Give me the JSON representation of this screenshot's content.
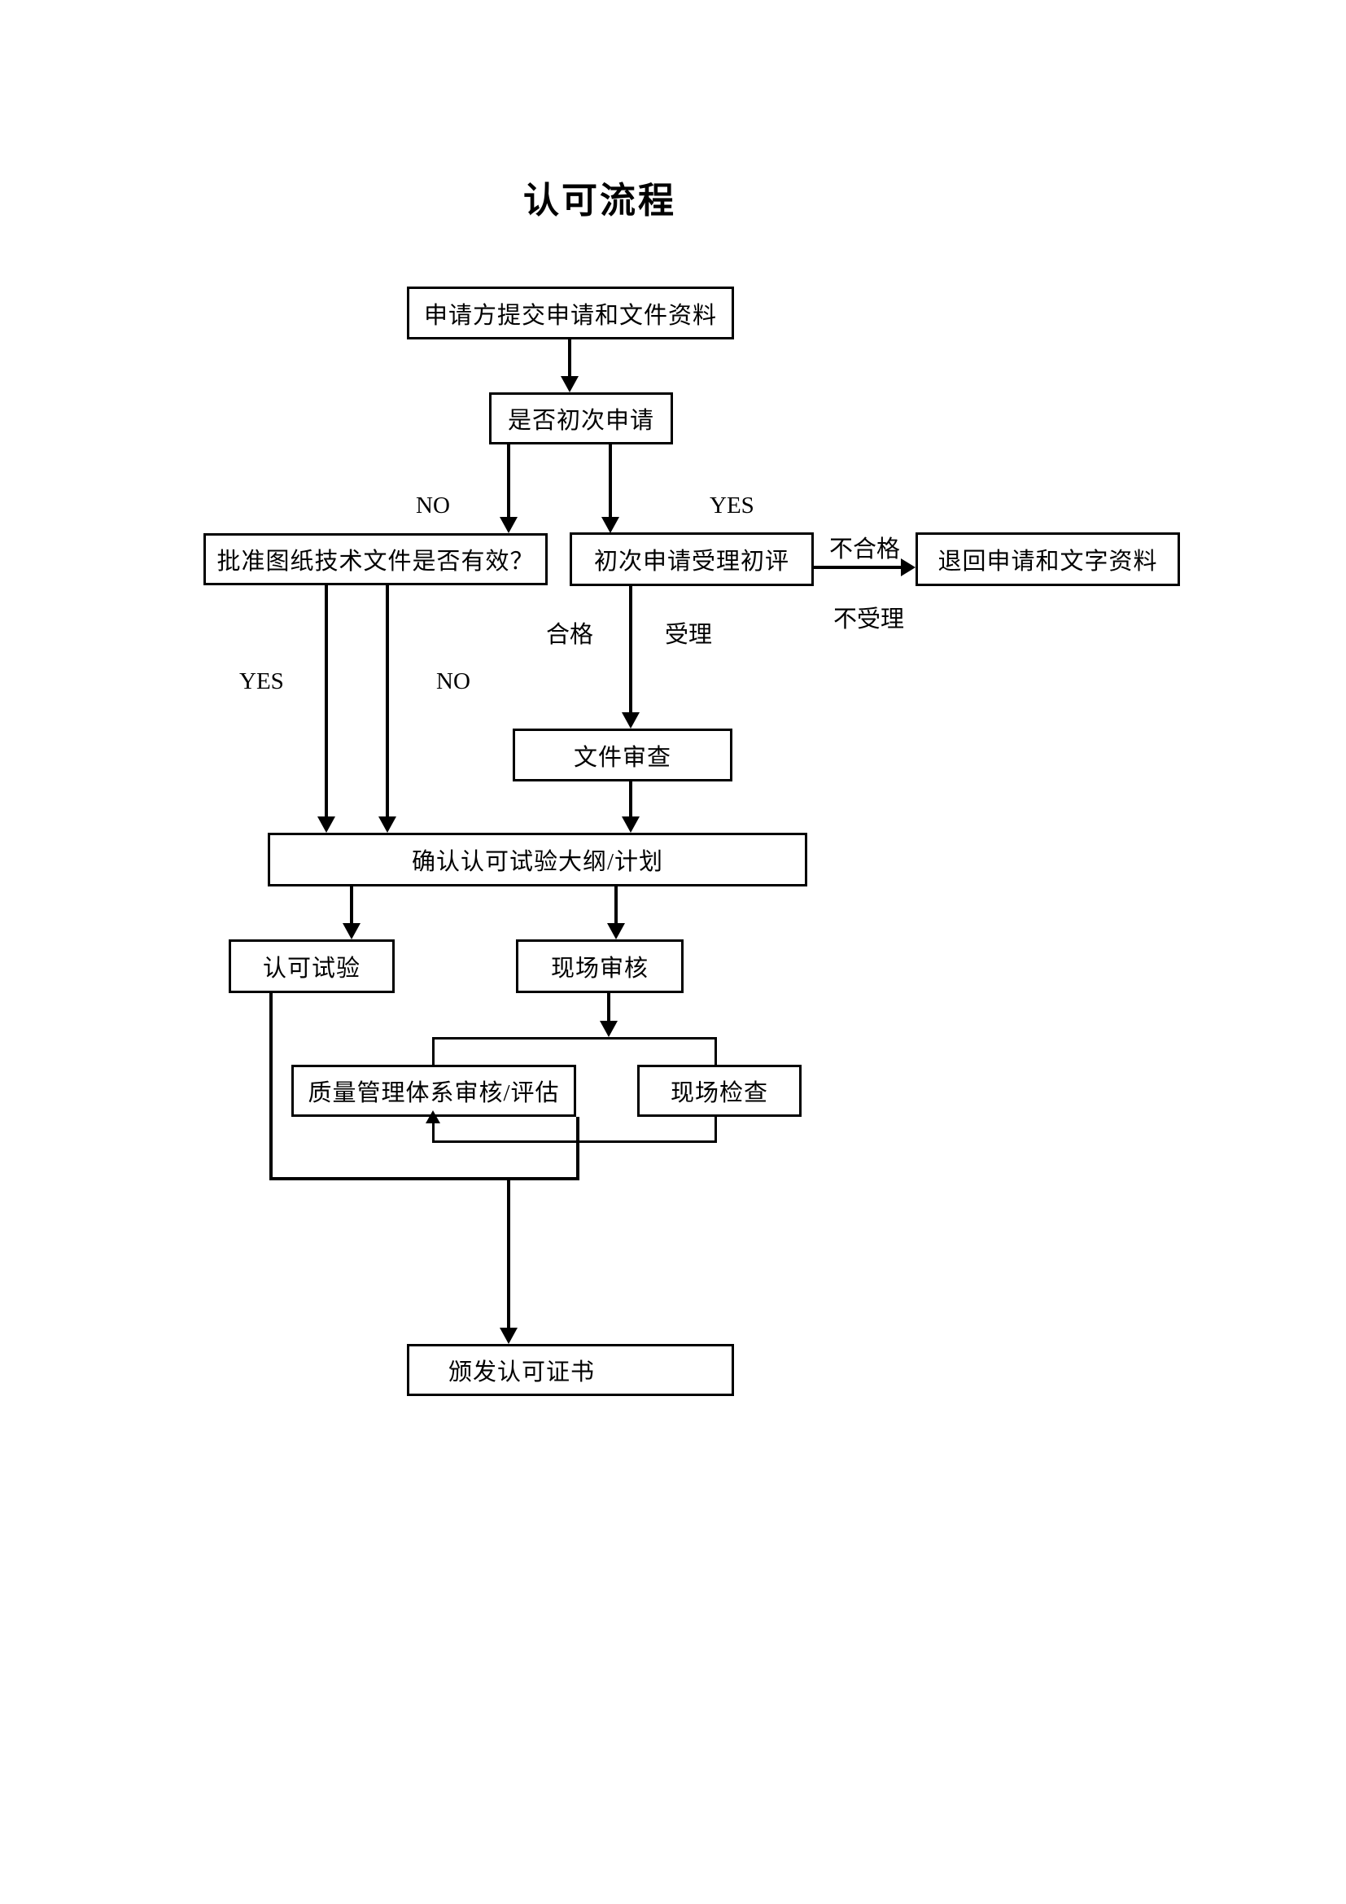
{
  "title": "认可流程",
  "nodes": {
    "submit": "申请方提交申请和文件资料",
    "first_time": "是否初次申请",
    "drawings_valid": "批准图纸技术文件是否有效？",
    "initial_eval": "初次申请受理初评",
    "return_docs": "退回申请和文字资料",
    "doc_review": "文件审查",
    "confirm_outline": "确认认可试验大纲/计划",
    "accred_test": "认可试验",
    "onsite_audit": "现场审核",
    "qms_audit": "质量管理体系审核/评估",
    "site_inspection": "现场检查",
    "issue_cert": "颁发认可证书"
  },
  "edge_labels": {
    "first_time_no": "NO",
    "first_time_yes": "YES",
    "unqualified": "不合格",
    "not_accepted": "不受理",
    "qualified": "合格",
    "accepted": "受理",
    "drawings_yes": "YES",
    "drawings_no": "NO"
  },
  "colors": {
    "line": "#000000",
    "background": "#ffffff",
    "text": "#000000"
  }
}
